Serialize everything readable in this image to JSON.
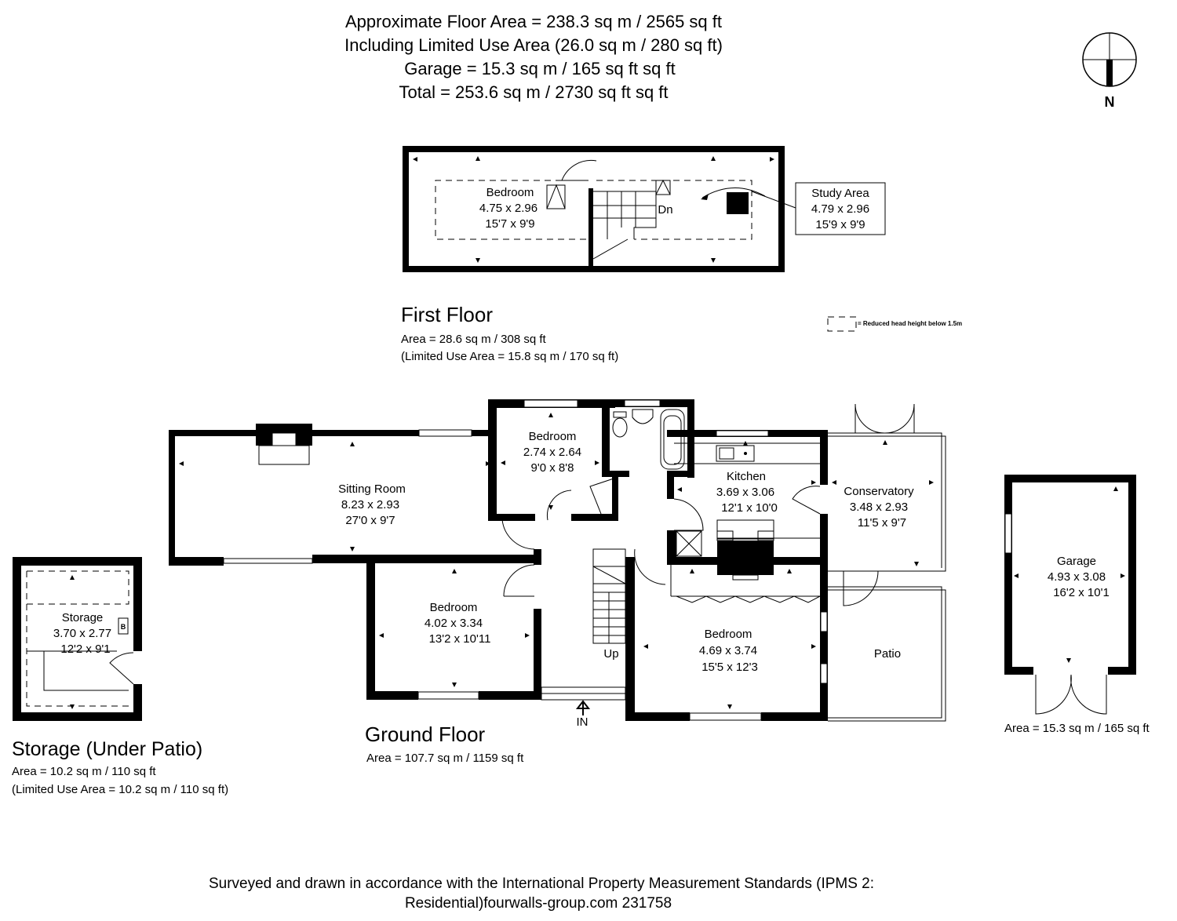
{
  "header": {
    "line1": "Approximate Floor Area = 238.3 sq m / 2565 sq ft",
    "line2": "Including Limited Use Area (26.0 sq m / 280 sq ft)",
    "line3": "Garage = 15.3 sq m / 165 sq ft sq ft",
    "line4": "Total = 253.6 sq m / 2730 sq ft sq ft"
  },
  "compass": {
    "label": "N"
  },
  "legend": {
    "text": "= Reduced head height below 1.5m"
  },
  "first_floor": {
    "title": "First Floor",
    "area": "Area = 28.6 sq m / 308 sq ft",
    "limited": "(Limited Use Area = 15.8 sq m / 170 sq ft)",
    "bedroom": {
      "name": "Bedroom",
      "metric": "4.75 x 2.96",
      "imperial": "15'7 x 9'9"
    },
    "study": {
      "name": "Study Area",
      "metric": "4.79 x 2.96",
      "imperial": "15'9 x 9'9"
    },
    "stair_label": "Dn"
  },
  "ground_floor": {
    "title": "Ground Floor",
    "area": "Area = 107.7 sq m / 1159 sq ft",
    "entrance": "IN",
    "stair_label": "Up",
    "rooms": {
      "sitting": {
        "name": "Sitting Room",
        "metric": "8.23 x 2.93",
        "imperial": "27'0 x 9'7"
      },
      "bedroom_small": {
        "name": "Bedroom",
        "metric": "2.74 x 2.64",
        "imperial": "9'0 x 8'8"
      },
      "kitchen": {
        "name": "Kitchen",
        "metric": "3.69 x 3.06",
        "imperial": "12'1 x 10'0"
      },
      "conservatory": {
        "name": "Conservatory",
        "metric": "3.48 x 2.93",
        "imperial": "11'5 x 9'7"
      },
      "bedroom_left": {
        "name": "Bedroom",
        "metric": "4.02 x 3.34",
        "imperial": "13'2 x 10'11"
      },
      "bedroom_right": {
        "name": "Bedroom",
        "metric": "4.69 x 3.74",
        "imperial": "15'5 x 12'3"
      },
      "patio": {
        "name": "Patio"
      }
    }
  },
  "storage": {
    "title": "Storage (Under Patio)",
    "area": "Area = 10.2 sq m / 110 sq ft",
    "limited": "(Limited Use Area = 10.2 sq m / 110 sq ft)",
    "room": {
      "name": "Storage",
      "metric": "3.70 x 2.77",
      "imperial": "12'2 x 9'1"
    },
    "boiler": "B"
  },
  "garage": {
    "area": "Area = 15.3 sq m / 165 sq ft",
    "room": {
      "name": "Garage",
      "metric": "4.93 x 3.08",
      "imperial": "16'2 x 10'1"
    }
  },
  "footer": {
    "line1": "Surveyed and drawn in accordance with the International Property Measurement Standards (IPMS 2:",
    "line2": "Residential)fourwalls-group.com 231758"
  }
}
